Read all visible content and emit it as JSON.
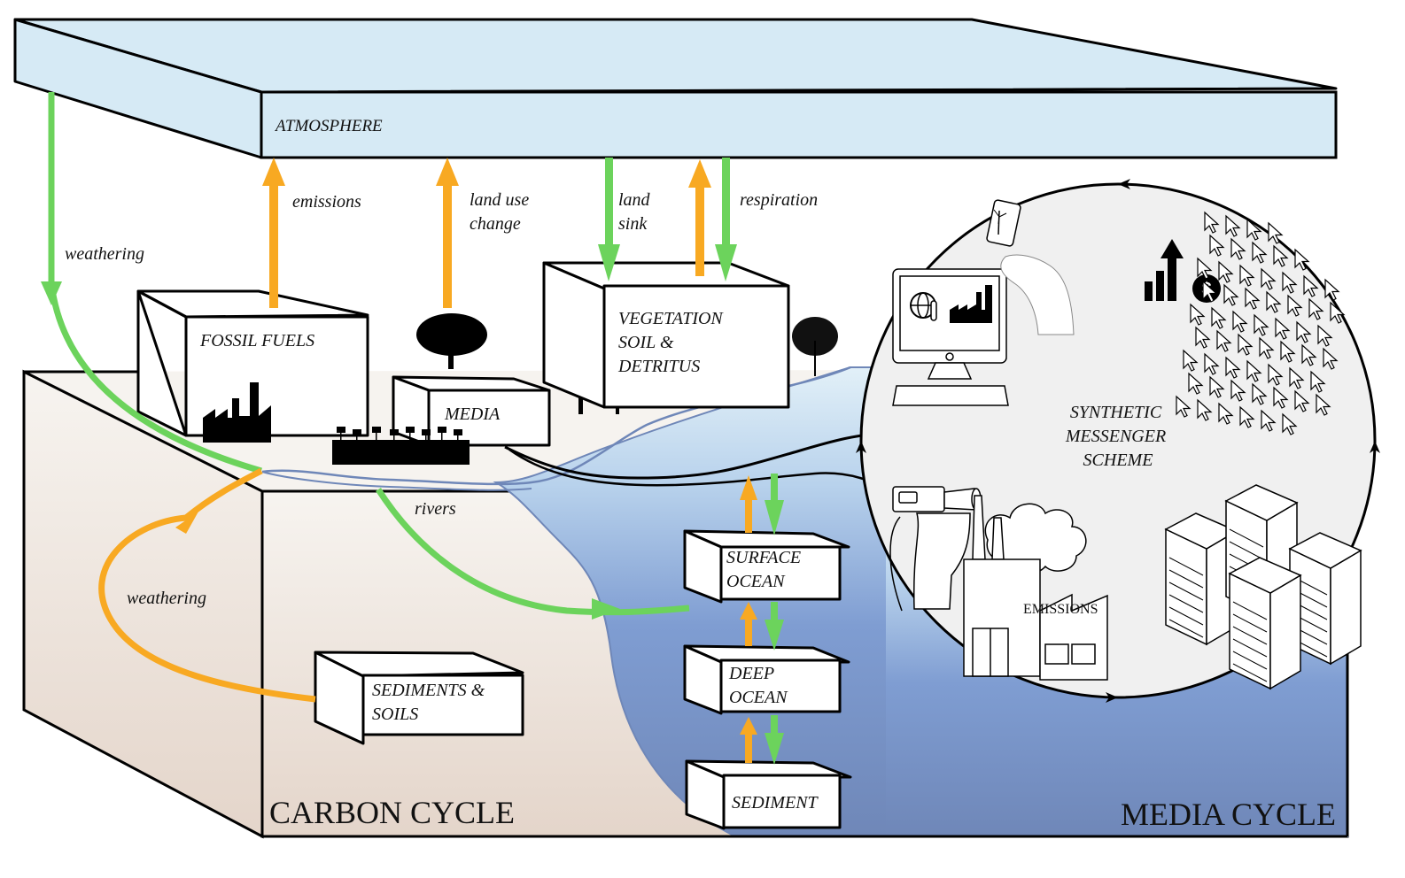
{
  "title": "Carbon Cycle and Media Cycle diagram",
  "colors": {
    "atmosphere": "#d6eaf5",
    "land": "#f6f3ef",
    "land_deep": "#e6d6cb",
    "ocean_top": "#d6eaf5",
    "ocean_mid": "#8aa8d8",
    "ocean_deep": "#6f87b8",
    "river": "#6f87b8",
    "media_circle": "#f0f0f0",
    "flux_up": "#f8a922",
    "flux_down": "#6cd35c"
  },
  "reservoirs": {
    "atmosphere": "ATMOSPHERE",
    "fossil_fuels": "FOSSIL FUELS",
    "media": "MEDIA",
    "vegetation": [
      "VEGETATION",
      "SOIL &",
      "DETRITUS"
    ],
    "sediments_soils": [
      "SEDIMENTS &",
      "SOILS"
    ],
    "surface_ocean": [
      "SURFACE",
      "OCEAN"
    ],
    "deep_ocean": [
      "DEEP",
      "OCEAN"
    ],
    "sediment": "SEDIMENT"
  },
  "fluxes": {
    "emissions": "emissions",
    "land_use_change": [
      "land use",
      "change"
    ],
    "land_sink": [
      "land",
      "sink"
    ],
    "respiration": "respiration",
    "weathering_top": "weathering",
    "weathering_bottom": "weathering",
    "rivers": "rivers"
  },
  "media_cycle": {
    "scheme_label": [
      "SYNTHETIC",
      "MESSENGER",
      "SCHEME"
    ],
    "emissions_label": "EMISSIONS"
  },
  "section_titles": {
    "carbon_cycle": "CARBON CYCLE",
    "media_cycle": "MEDIA CYCLE"
  }
}
